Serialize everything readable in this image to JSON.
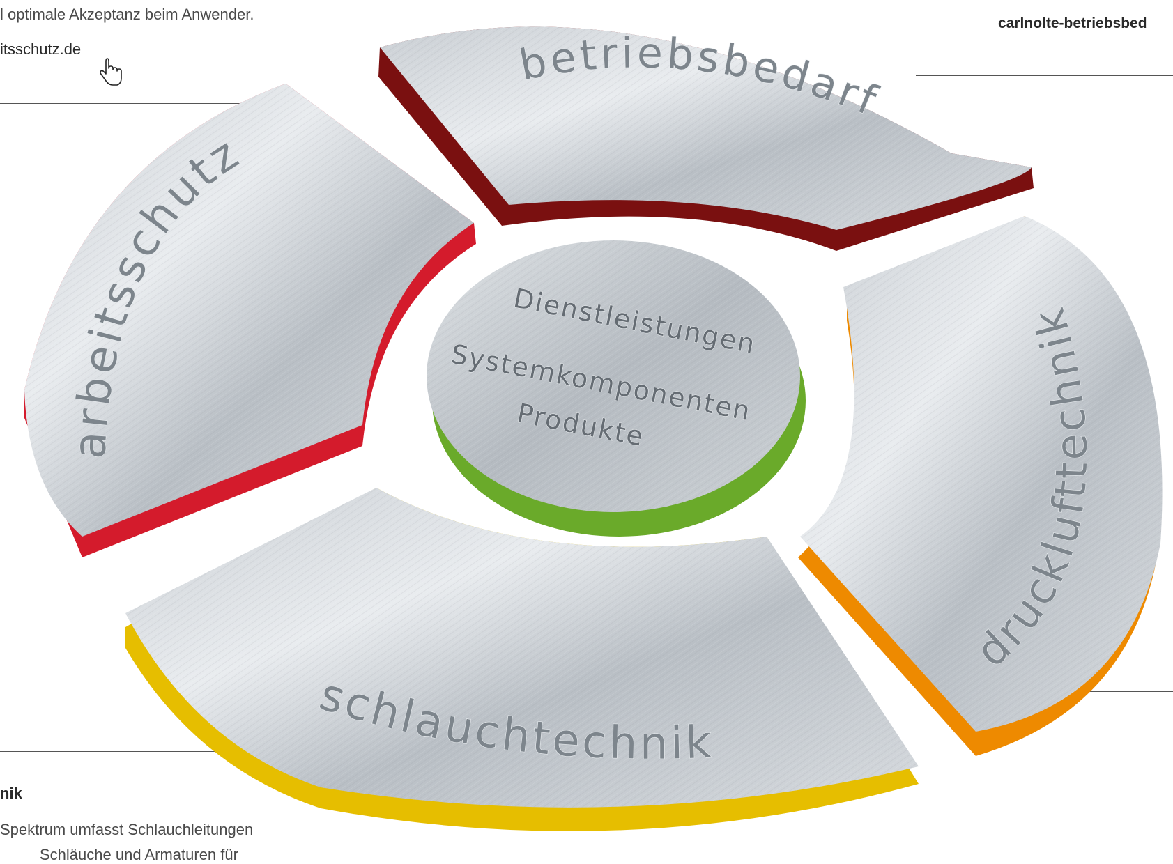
{
  "top_left": {
    "intro_fragment": "l optimale Akzeptanz beim Anwender.",
    "link_fragment": "itsschutz.de"
  },
  "top_right": {
    "link_fragment": "carlnolte-betriebsbed"
  },
  "bottom_left": {
    "heading_fragment": "nik",
    "body_line_1": "Spektrum umfasst Schlauchleitungen",
    "body_line_2": "Schläuche und Armaturen für"
  },
  "wheel": {
    "segments": [
      {
        "label": "betriebsbedarf",
        "edge_color": "#7a1010"
      },
      {
        "label": "arbeitsschutz",
        "edge_color": "#d41b2c"
      },
      {
        "label": "drucklufttechnik",
        "edge_color": "#ee8a00"
      },
      {
        "label": "schlauchtechnik",
        "edge_color": "#e6be00"
      }
    ],
    "center": {
      "lines": [
        "Dienstleistungen",
        "Systemkomponenten",
        "Produkte"
      ],
      "edge_color": "#6aaa2a"
    }
  },
  "icons": {
    "cursor": "hand-pointer-icon"
  }
}
